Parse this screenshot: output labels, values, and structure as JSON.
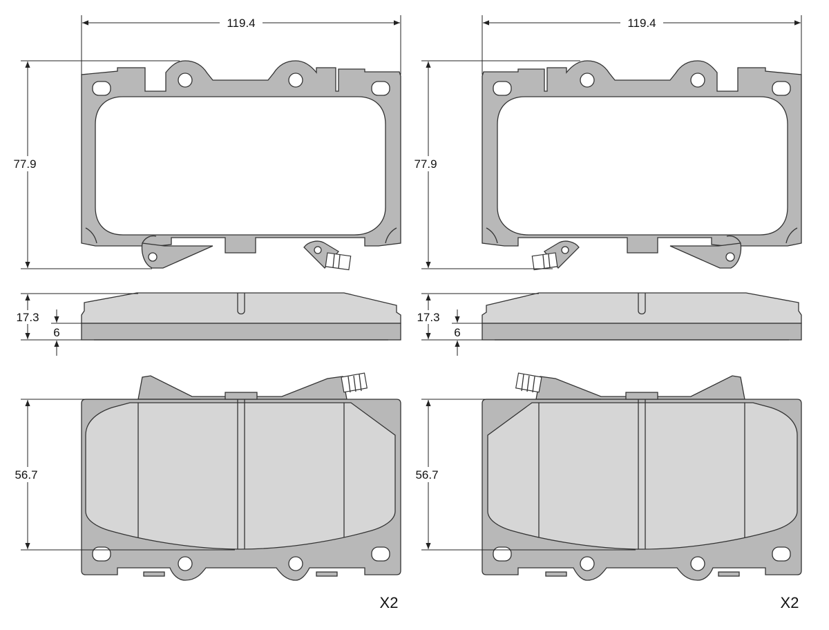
{
  "views": [
    {
      "id": "left",
      "width_label": "119.4",
      "height_label": "77.9",
      "thickness_total_label": "17.3",
      "thickness_plate_label": "6",
      "friction_height_label": "56.7",
      "quantity_label": "X2",
      "sensor_side": "right"
    },
    {
      "id": "right",
      "width_label": "119.4",
      "height_label": "77.9",
      "thickness_total_label": "17.3",
      "thickness_plate_label": "6",
      "friction_height_label": "56.7",
      "quantity_label": "X2",
      "sensor_side": "left"
    }
  ],
  "colors": {
    "plate": "#b8b8b8",
    "friction": "#d6d6d6",
    "line": "#333333"
  }
}
